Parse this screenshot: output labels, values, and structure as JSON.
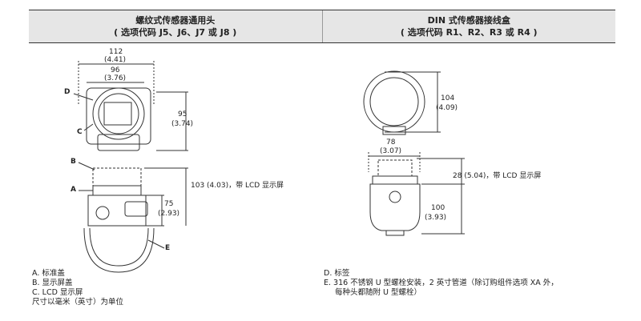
{
  "header": {
    "left_title": "螺纹式传感器通用头",
    "left_sub": "( 选项代码 J5、J6、J7 或 J8 )",
    "right_title": "DIN 式传感器接线盒",
    "right_sub": "( 选项代码 R1、R2、R3 或 R4 )"
  },
  "left_dims": {
    "w1": "112",
    "w1in": "(4.41)",
    "w2": "96",
    "w2in": "(3.76)",
    "h1": "95",
    "h1in": "(3.74)",
    "h2": "103 (4.03)，带 LCD 显示屏",
    "h3": "75",
    "h3in": "(2.93)"
  },
  "right_dims": {
    "h1": "104",
    "h1in": "(4.09)",
    "w1": "78",
    "w1in": "(3.07)",
    "h2": "28 (5.04)，带 LCD 显示屏",
    "h3": "100",
    "h3in": "(3.93)"
  },
  "callouts": {
    "a": "A",
    "b": "B",
    "c": "C",
    "d": "D",
    "e": "E"
  },
  "legend_left": [
    "A. 标准盖",
    "B. 显示屏盖",
    "C. LCD 显示屏",
    "尺寸以毫米（英寸）为单位"
  ],
  "legend_right": [
    "D. 标签",
    "E. 316 不锈钢 U 型螺栓安装，2 英寸管道（除订购组件选项 XA 外，",
    "每种头都随附 U 型螺栓）"
  ]
}
